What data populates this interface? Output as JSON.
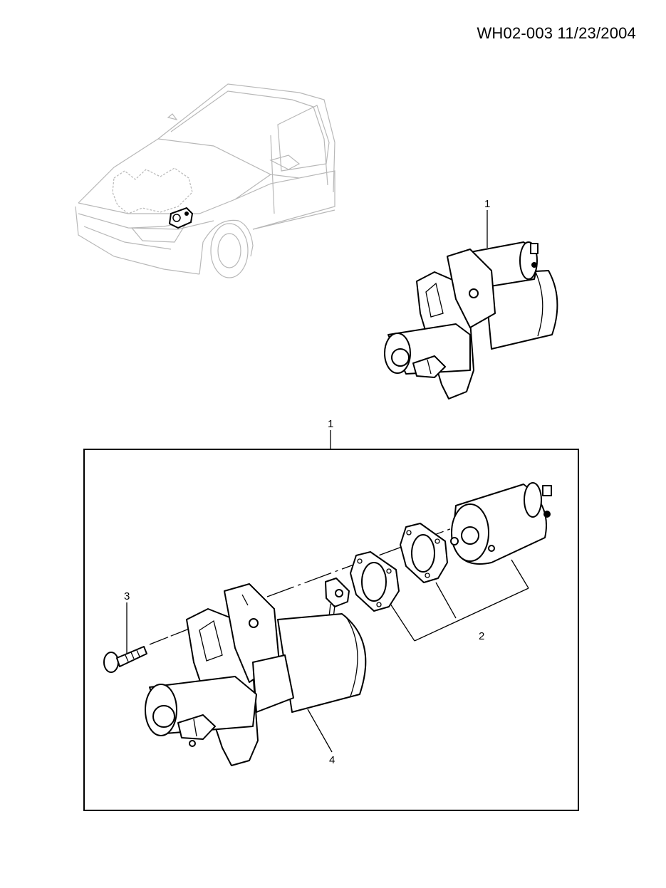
{
  "header": {
    "document_id": "WH02-003 11/23/2004"
  },
  "callouts": {
    "assembly_top": "1",
    "assembly_frame": "1",
    "solenoid_kit": "2",
    "screw": "3",
    "starter_body": "4"
  }
}
